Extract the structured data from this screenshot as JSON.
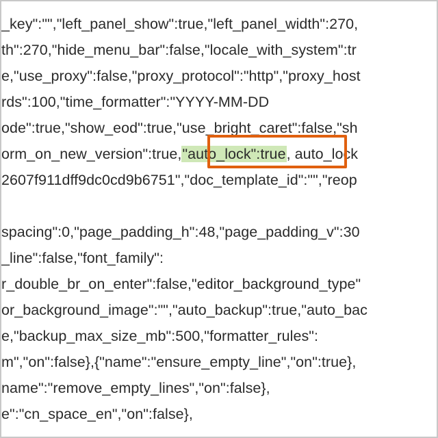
{
  "editor": {
    "lines": [
      "_key\":\"\",\"left_panel_show\":true,\"left_panel_width\":270,",
      "th\":270,\"hide_menu_bar\":false,\"locale_with_system\":tr",
      "e,\"use_proxy\":false,\"proxy_protocol\":\"http\",\"proxy_host",
      "rds\":100,\"time_formatter\":\"YYYY-MM-DD",
      "ode\":true,\"show_eod\":true,\"use_bright_caret\":false,\"sh",
      "",
      "2607f911dff9dc0cd9b6751\",\"doc_template_id\":\"\",\"reop",
      "",
      "spacing\":0,\"page_padding_h\":48,\"page_padding_v\":30",
      "_line\":false,\"font_family\":",
      "r_double_br_on_enter\":false,\"editor_background_type\"",
      "or_background_image\":\"\",\"auto_backup\":true,\"auto_bac",
      "e,\"backup_max_size_mb\":500,\"formatter_rules\":",
      "m\",\"on\":false},{\"name\":\"ensure_empty_line\",\"on\":true},",
      "name\":\"remove_empty_lines\",\"on\":false},",
      "e\":\"cn_space_en\",\"on\":false},"
    ],
    "highlight_line": {
      "before": "orm_on_new_version\":true,",
      "highlight": "\"auto_lock\":true",
      "after": ", auto_lock"
    }
  },
  "colors": {
    "highlight_bg": "#cfe8b7",
    "callout_border": "#e0600f",
    "text": "#2b2b2b"
  }
}
